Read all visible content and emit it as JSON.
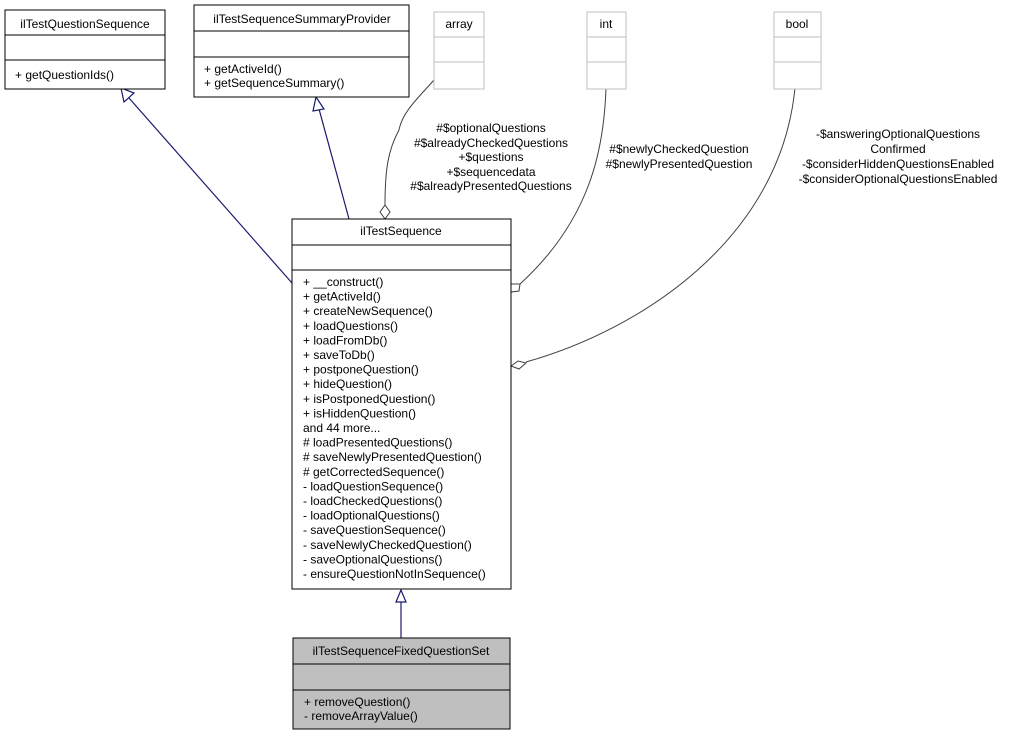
{
  "classes": {
    "question_sequence": {
      "name": "ilTestQuestionSequence",
      "methods": [
        "+ getQuestionIds()"
      ]
    },
    "summary_provider": {
      "name": "ilTestSequenceSummaryProvider",
      "methods": [
        "+ getActiveId()",
        "+ getSequenceSummary()"
      ]
    },
    "test_sequence": {
      "name": "ilTestSequence",
      "methods": [
        "+ __construct()",
        "+ getActiveId()",
        "+ createNewSequence()",
        "+ loadQuestions()",
        "+ loadFromDb()",
        "+ saveToDb()",
        "+ postponeQuestion()",
        "+ hideQuestion()",
        "+ isPostponedQuestion()",
        "+ isHiddenQuestion()",
        "and 44 more...",
        "# loadPresentedQuestions()",
        "# saveNewlyPresentedQuestion()",
        "# getCorrectedSequence()",
        "- loadQuestionSequence()",
        "- loadCheckedQuestions()",
        "- loadOptionalQuestions()",
        "- saveQuestionSequence()",
        "- saveNewlyCheckedQuestion()",
        "- saveOptionalQuestions()",
        "- ensureQuestionNotInSequence()"
      ]
    },
    "fixed_question_set": {
      "name": "ilTestSequenceFixedQuestionSet",
      "methods": [
        "+ removeQuestion()",
        "- removeArrayValue()"
      ]
    }
  },
  "primitives": {
    "array": "array",
    "int": "int",
    "bool": "bool"
  },
  "labels": {
    "array_members": [
      "#$optionalQuestions",
      "#$alreadyCheckedQuestions",
      "+$questions",
      "+$sequencedata",
      "#$alreadyPresentedQuestions"
    ],
    "int_members": [
      "#$newlyCheckedQuestion",
      "#$newlyPresentedQuestion"
    ],
    "bool_members": [
      "-$answeringOptionalQuestions",
      "Confirmed",
      "-$considerHiddenQuestionsEnabled",
      "-$considerOptionalQuestionsEnabled"
    ]
  },
  "colors": {
    "inheritance": "#191970",
    "association": "#404040",
    "highlight_fill": "#bfbfbf",
    "primitive_border": "#bfbfbf"
  }
}
